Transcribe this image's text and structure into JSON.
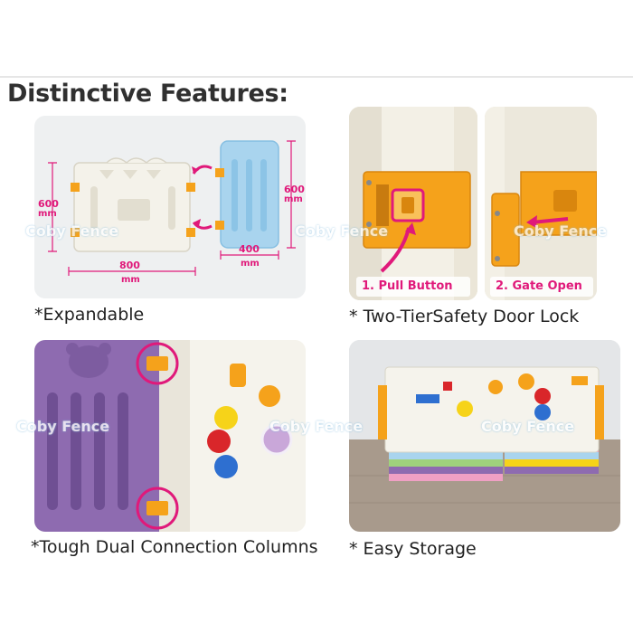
{
  "title": "Distinctive Features:",
  "watermark": "Coby Fence",
  "panel1": {
    "caption": "*Expandable",
    "dim_height_left": "600",
    "dim_height_left_unit": "mm",
    "dim_height_right": "600",
    "dim_height_right_unit": "mm",
    "dim_width_left": "800",
    "dim_width_left_unit": "mm",
    "dim_width_right": "400",
    "dim_width_right_unit": "mm"
  },
  "panel2": {
    "caption": "* Two-TierSafety Door Lock",
    "step1": "1. Pull Button",
    "step2": "2. Gate Open"
  },
  "panel3": {
    "caption": "*Tough Dual Connection Columns"
  },
  "panel4": {
    "caption": "* Easy Storage"
  },
  "colors": {
    "accent_magenta": "#e0197a",
    "lock_orange": "#f5a21b",
    "fence_white": "#f4f2ea",
    "fence_blue": "#a9d4ee",
    "fence_purple": "#8e6bb0"
  }
}
